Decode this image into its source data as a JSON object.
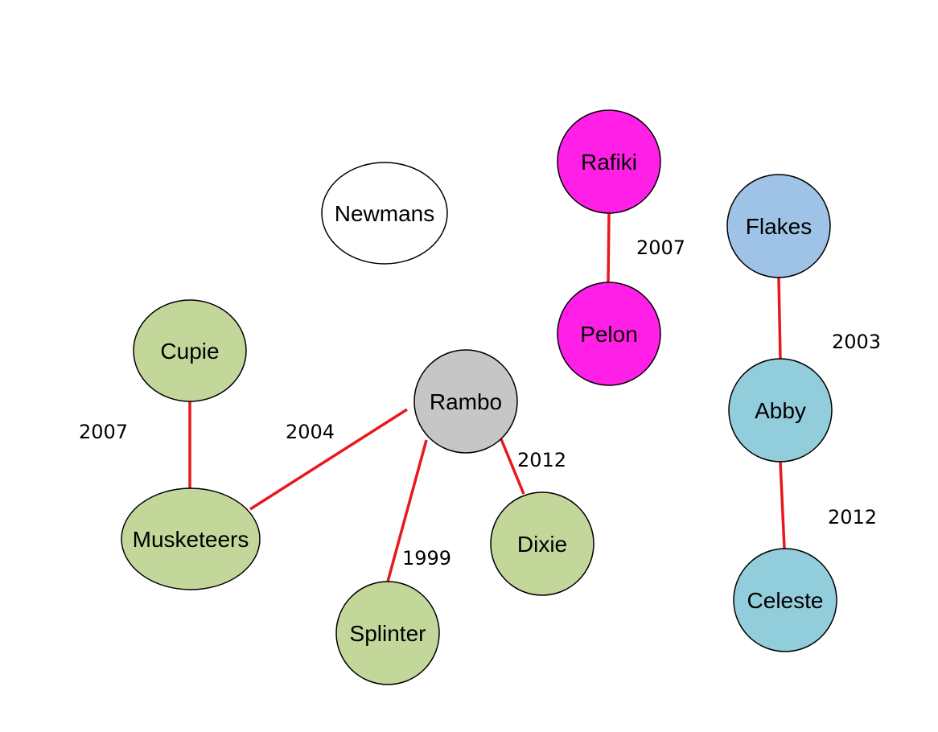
{
  "colors": {
    "edge": "#e8191c",
    "green": "#c4d79b",
    "gray": "#c6c6c6",
    "magenta": "#ff1fe6",
    "blue_light": "#9ec3e6",
    "blue_teal": "#92cddc",
    "white": "#ffffff",
    "outline": "#000000"
  },
  "nodes": [
    {
      "id": "newmans",
      "label": "Newmans",
      "color": "white"
    },
    {
      "id": "rafiki",
      "label": "Rafiki",
      "color": "magenta"
    },
    {
      "id": "pelon",
      "label": "Pelon",
      "color": "magenta"
    },
    {
      "id": "flakes",
      "label": "Flakes",
      "color": "blue_light"
    },
    {
      "id": "abby",
      "label": "Abby",
      "color": "blue_teal"
    },
    {
      "id": "celeste",
      "label": "Celeste",
      "color": "blue_teal"
    },
    {
      "id": "cupie",
      "label": "Cupie",
      "color": "green"
    },
    {
      "id": "musketeers",
      "label": "Musketeers",
      "color": "green"
    },
    {
      "id": "rambo",
      "label": "Rambo",
      "color": "gray"
    },
    {
      "id": "splinter",
      "label": "Splinter",
      "color": "green"
    },
    {
      "id": "dixie",
      "label": "Dixie",
      "color": "green"
    }
  ],
  "edges": [
    {
      "from": "rafiki",
      "to": "pelon",
      "label": "2007"
    },
    {
      "from": "flakes",
      "to": "abby",
      "label": "2003"
    },
    {
      "from": "abby",
      "to": "celeste",
      "label": "2012"
    },
    {
      "from": "cupie",
      "to": "musketeers",
      "label": "2007"
    },
    {
      "from": "rambo",
      "to": "musketeers",
      "label": "2004"
    },
    {
      "from": "rambo",
      "to": "dixie",
      "label": "2012"
    },
    {
      "from": "rambo",
      "to": "splinter",
      "label": "1999"
    }
  ]
}
